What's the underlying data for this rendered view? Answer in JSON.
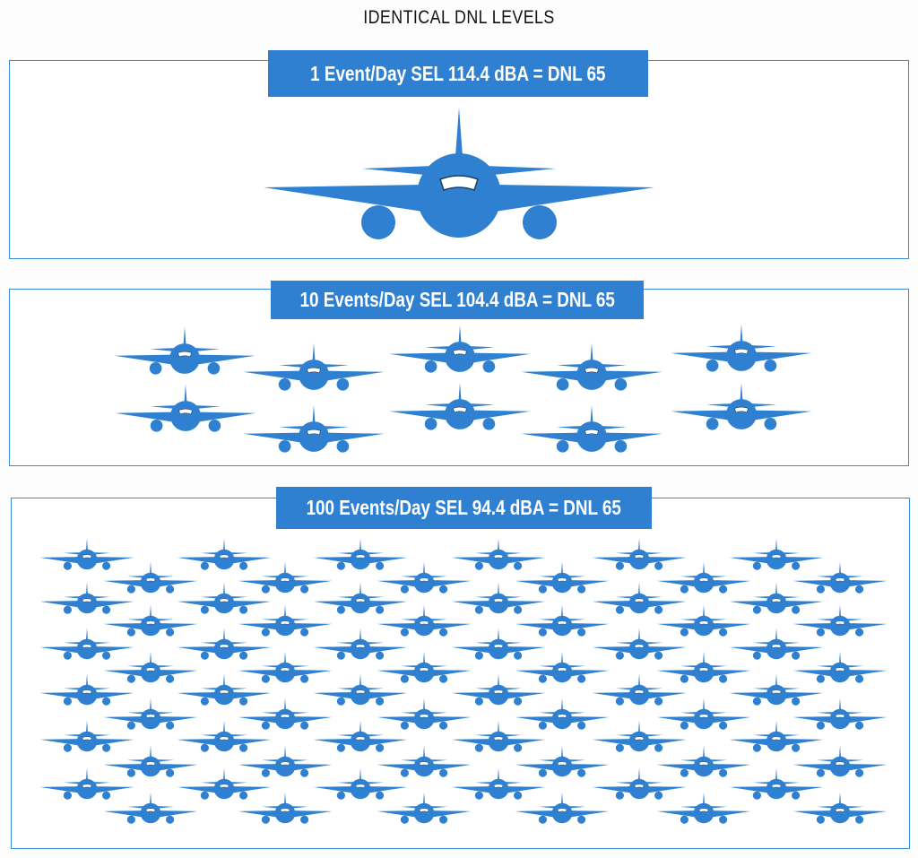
{
  "title": "IDENTICAL DNL LEVELS",
  "panels": [
    {
      "label": "1 Event/Day SEL 114.4 dBA = DNL 65"
    },
    {
      "label": "10 Events/Day SEL 104.4 dBA = DNL 65"
    },
    {
      "label": "100 Events/Day SEL 94.4 dBA = DNL 65"
    }
  ],
  "colors": {
    "plane": "#2f80d0",
    "border": "#3a8ad4"
  }
}
